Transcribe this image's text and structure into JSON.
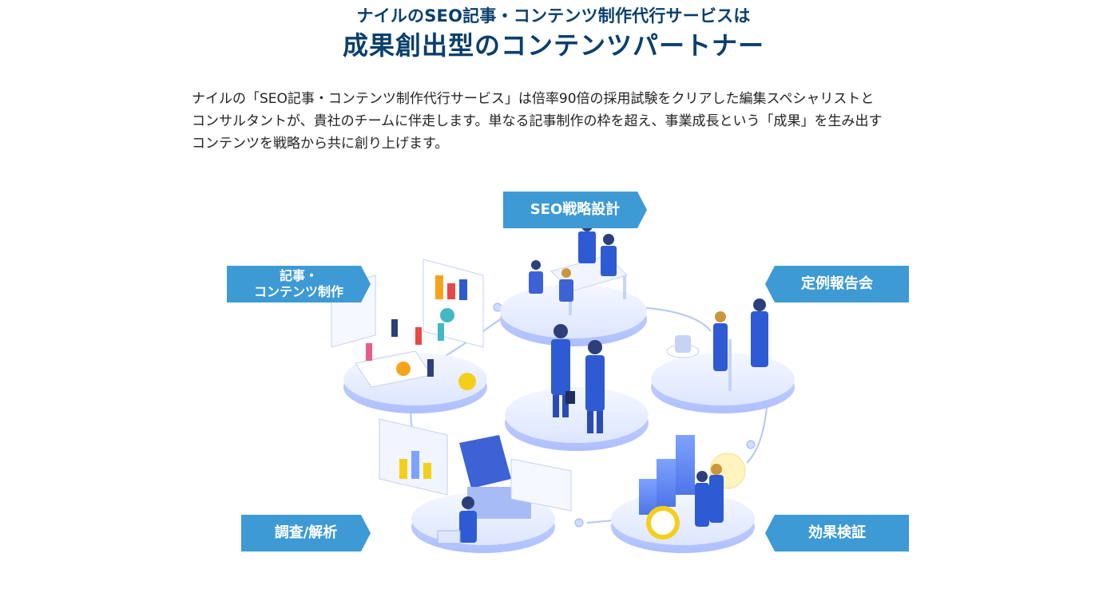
{
  "heading": {
    "sub": "ナイルのSEO記事・コンテンツ制作代行サービスは",
    "main": "成果創出型のコンテンツパートナー"
  },
  "intro": {
    "lines": [
      "ナイルの「SEO記事・コンテンツ制作代行サービス」は倍率90倍の採用試験をクリアした編集スペシャリストと",
      "コンサルタントが、貴社のチームに伴走します。単なる記事制作の枠を超え、事業成長という「成果」を生み出す",
      "コンテンツを戦略から共に創り上げます。"
    ]
  },
  "diagram": {
    "labels": {
      "seo": "SEO戦略設計",
      "kiji_line1": "記事・",
      "kiji_line2": "コンテンツ制作",
      "teirei": "定例報告会",
      "chosa": "調査/解析",
      "koka": "効果検証"
    }
  },
  "colors": {
    "heading": "#0a3f6d",
    "tag": "#3d9ad4",
    "platform": "#e6ecff",
    "person": "#2e5bd4"
  }
}
